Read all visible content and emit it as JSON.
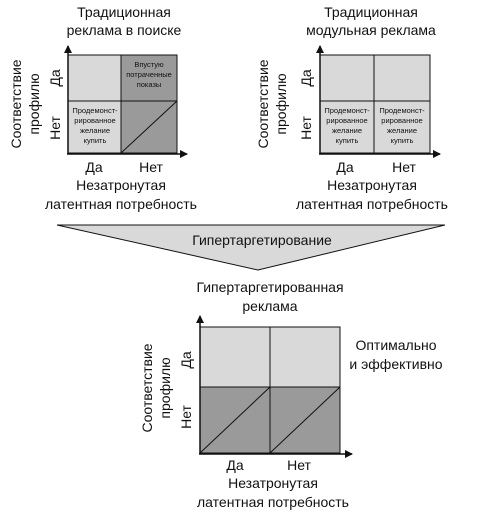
{
  "colors": {
    "light_cell": "#d9d9d9",
    "dark_cell": "#9a9a9a",
    "line": "#111111",
    "banner_fill": "#d9d9d9"
  },
  "diagram1": {
    "title_line1": "Традиционная",
    "title_line2": "реклама в поиске",
    "y_label_line1": "Соответствие",
    "y_label_line2": "профилю",
    "y_yes": "Да",
    "y_no": "Нет",
    "x_yes": "Да",
    "x_no": "Нет",
    "x_label_line1": "Незатронутая",
    "x_label_line2": "латентная потребность",
    "cell_top_right": [
      "Впустую",
      "потраченные",
      "показы"
    ],
    "cell_bottom_left": [
      "Продемонст-",
      "рированное",
      "желание",
      "купить"
    ]
  },
  "diagram2": {
    "title_line1": "Традиционная",
    "title_line2": "модульная реклама",
    "y_label_line1": "Соответствие",
    "y_label_line2": "профилю",
    "y_yes": "Да",
    "y_no": "Нет",
    "x_yes": "Да",
    "x_no": "Нет",
    "x_label_line1": "Незатронутая",
    "x_label_line2": "латентная потребность",
    "cell_bottom_left": [
      "Продемонст-",
      "рированное",
      "желание",
      "купить"
    ],
    "cell_bottom_right": [
      "Продемонст-",
      "рированное",
      "желание",
      "купить"
    ]
  },
  "banner": {
    "label": "Гипертаргетирование"
  },
  "diagram3": {
    "title_line1": "Гипертаргетированная",
    "title_line2": "реклама",
    "y_label_line1": "Соответствие",
    "y_label_line2": "профилю",
    "y_yes": "Да",
    "y_no": "Нет",
    "x_yes": "Да",
    "x_no": "Нет",
    "x_label_line1": "Незатронутая",
    "x_label_line2": "латентная потребность",
    "note_line1": "Оптимально",
    "note_line2": "и эффективно"
  }
}
